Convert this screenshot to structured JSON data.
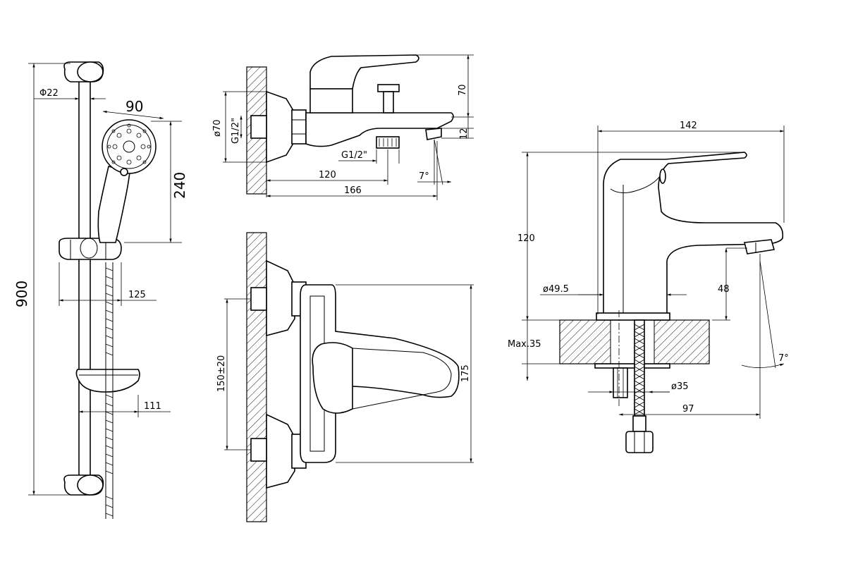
{
  "shower_set": {
    "rail_diameter": "Φ22",
    "head_diameter": "90",
    "head_height": "240",
    "rail_length": "900",
    "holder_offset": "125",
    "dish_offset": "111"
  },
  "bath_mixer_side": {
    "flange_diameter": "ø70",
    "inlet_thread": "G1/2\"",
    "outlet_thread": "G1/2\"",
    "spout_reach": "120",
    "overall_depth": "166",
    "height": "70",
    "spout_height": "12",
    "spout_angle": "7°"
  },
  "bath_mixer_front": {
    "center_distance": "150±20",
    "overall_height": "175"
  },
  "basin_mixer": {
    "overall_width": "142",
    "overall_height": "120",
    "base_diameter": "ø49.5",
    "spout_clearance": "48",
    "max_deck": "Max.35",
    "shank_diameter": "ø35",
    "spout_reach": "97",
    "spout_angle": "7°"
  }
}
